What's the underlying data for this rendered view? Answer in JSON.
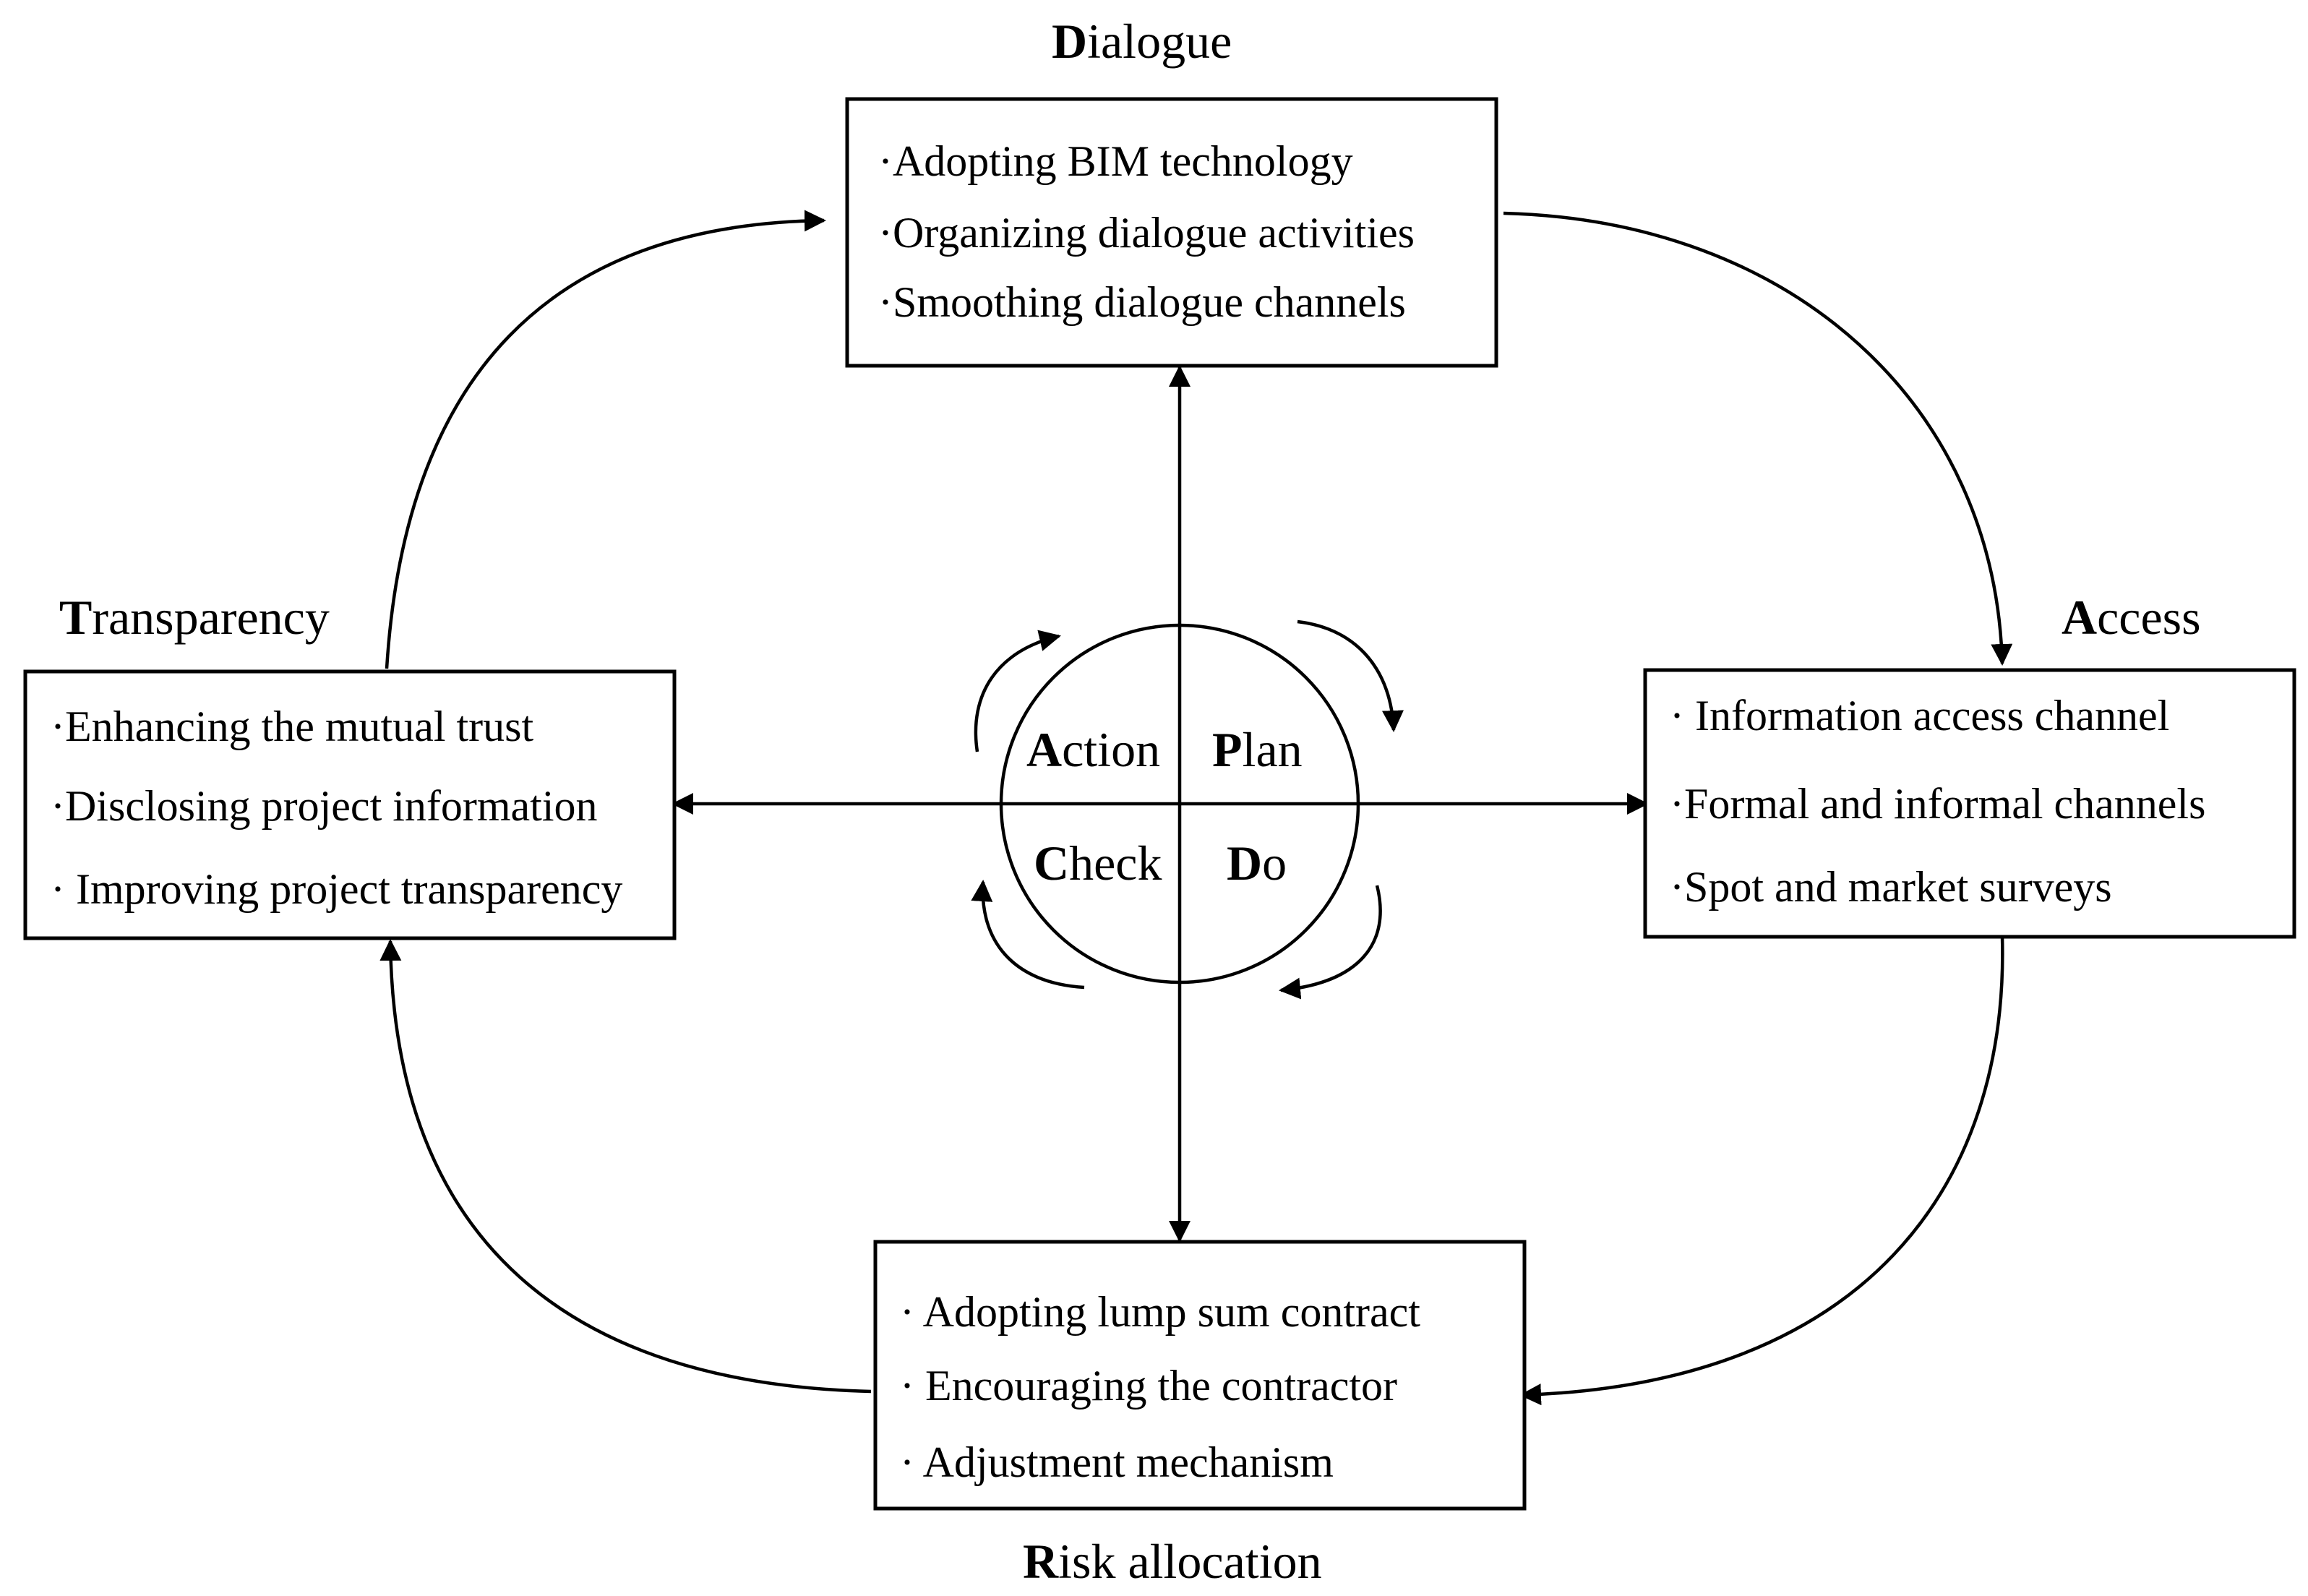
{
  "sections": {
    "dialogue": {
      "initial": "D",
      "rest": "ialogue",
      "items": [
        "·Adopting BIM technology",
        "·Organizing dialogue activities",
        "·Smoothing dialogue channels"
      ]
    },
    "access": {
      "initial": "A",
      "rest": "ccess",
      "items": [
        "· Information access channel",
        "·Formal and informal channels",
        "·Spot and market surveys"
      ]
    },
    "risk_allocation": {
      "initial": "R",
      "rest": "isk allocation",
      "items": [
        "· Adopting lump sum contract",
        "· Encouraging the contractor",
        "· Adjustment mechanism"
      ]
    },
    "transparency": {
      "initial": "T",
      "rest": "ransparency",
      "items": [
        "·Enhancing the mutual trust",
        "·Disclosing project information",
        "· Improving project transparency"
      ]
    }
  },
  "cycle": {
    "action": {
      "initial": "A",
      "rest": "ction"
    },
    "plan": {
      "initial": "P",
      "rest": "lan"
    },
    "check": {
      "initial": "C",
      "rest": "heck"
    },
    "do": {
      "initial": "D",
      "rest": "o"
    }
  },
  "colors": {
    "ink": "#000000",
    "background": "#ffffff"
  }
}
